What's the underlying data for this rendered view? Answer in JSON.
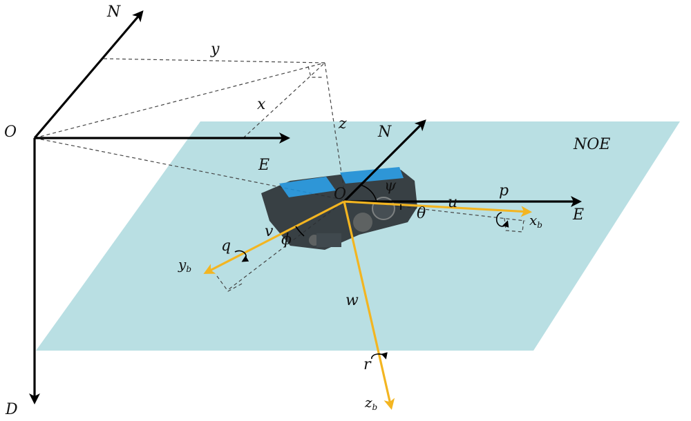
{
  "colors": {
    "plane": "#b9dfe3",
    "body_axes": "#f3b521",
    "frame_axes": "#000000",
    "rov_body": "#2b2f33",
    "rov_accent": "#1f8fd6"
  },
  "labels": {
    "origin_earth": "O",
    "north_earth": "N",
    "east_earth": "E",
    "down_earth": "D",
    "pos_x": "x",
    "pos_y": "y",
    "pos_z": "z",
    "plane_name": "NOE",
    "origin_body": "O",
    "north_local": "N",
    "east_local": "E",
    "psi": "ψ",
    "theta": "θ",
    "phi": "ϕ",
    "u": "u",
    "v": "v",
    "w": "w",
    "p": "p",
    "q": "q",
    "r": "r",
    "xb": "x",
    "xb_sub": "b",
    "yb": "y",
    "yb_sub": "b",
    "zb": "z",
    "zb_sub": "b"
  }
}
